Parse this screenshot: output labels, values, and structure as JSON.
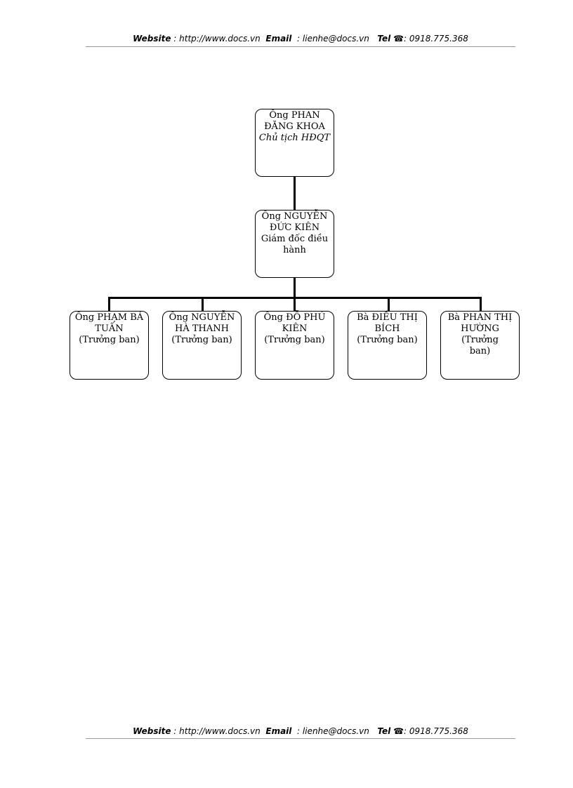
{
  "page_header": {
    "website_label": "Website",
    "website_value": ": http://www.docs.vn",
    "email_label": "Email",
    "email_value": ": lienhe@docs.vn",
    "tel_label": "Tel",
    "phone_icon": "telephone-icon",
    "tel_value": ": 0918.775.368"
  },
  "page_footer": {
    "website_label": "Website",
    "website_value": ": http://www.docs.vn",
    "email_label": "Email",
    "email_value": ": lienhe@docs.vn",
    "tel_label": "Tel",
    "phone_icon": "telephone-icon",
    "tel_value": ": 0918.775.368"
  },
  "org_chart": {
    "chairman": {
      "line1": "Ông PHAN",
      "line2": "ĐĂNG KHOA",
      "role": "Chủ tịch HĐQT"
    },
    "director": {
      "line1": "Ông NGUYỄN",
      "line2": "ĐỨC KIÊN",
      "role1": "Giám đốc điều",
      "role2": "hành"
    },
    "heads": [
      {
        "line1": "Ông PHẠM BÁ",
        "line2": "TUẤN",
        "line3": "(Trưởng ban)"
      },
      {
        "line1": "Ông NGUYỄN",
        "line2": "HÀ THANH",
        "line3": "(Trưởng ban)"
      },
      {
        "line1": "Ông ĐỖ PHÚ",
        "line2": "KIÊN",
        "line3": "(Trưởng ban)"
      },
      {
        "line1": "Bà ĐIỀU THỊ",
        "line2": "BÍCH",
        "line3": "(Trưởng ban)"
      },
      {
        "line1": "Bà PHAN THỊ",
        "line2": "HƯỜNG (Trưởng",
        "line3": "ban)"
      }
    ]
  }
}
